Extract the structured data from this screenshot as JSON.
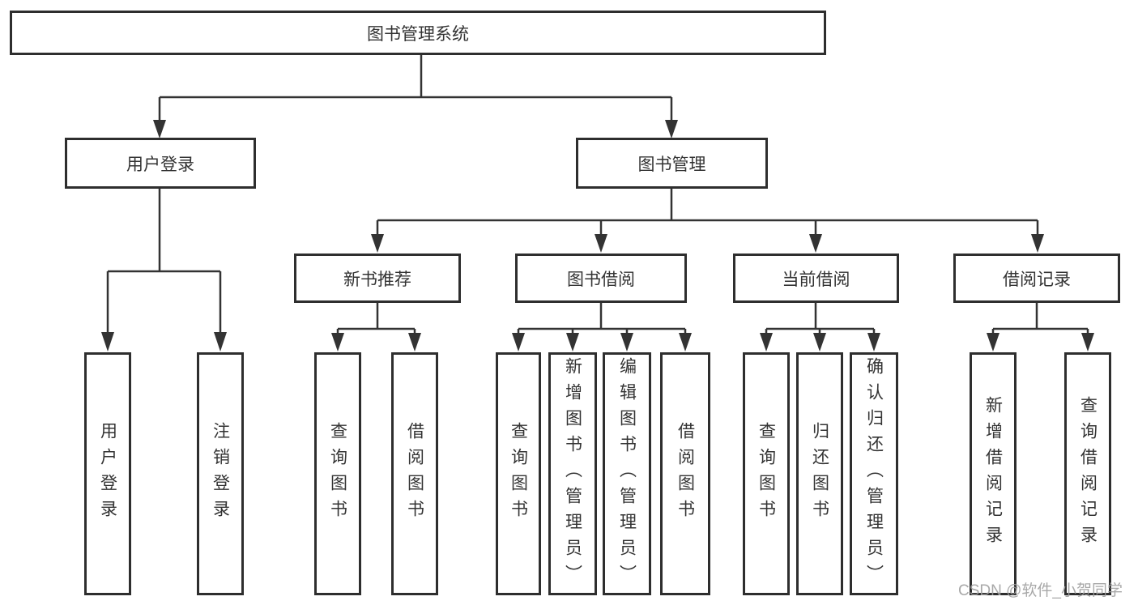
{
  "diagram": {
    "root": {
      "label": "图书管理系统"
    },
    "level2": {
      "user_login": {
        "label": "用户登录",
        "children": [
          "用户登录",
          "注销登录"
        ]
      },
      "book_management": {
        "label": "图书管理"
      }
    },
    "level3": {
      "new_book_recommend": {
        "label": "新书推荐",
        "children": [
          "查询图书",
          "借阅图书"
        ]
      },
      "book_borrow": {
        "label": "图书借阅",
        "children": [
          "查询图书",
          "新增图书（管理员）",
          "编辑图书（管理员）",
          "借阅图书"
        ]
      },
      "current_borrow": {
        "label": "当前借阅",
        "children": [
          "查询图书",
          "归还图书",
          "确认归还（管理员）"
        ]
      },
      "borrow_record": {
        "label": "借阅记录",
        "children": [
          "新增借阅记录",
          "查询借阅记录"
        ]
      }
    },
    "watermark": "CSDN @软件_小贺同学",
    "colors": {
      "line": "#333333",
      "box_border": "#2e2e2e",
      "text": "#333333",
      "background": "#ffffff",
      "watermark": "#9e9e9e"
    }
  }
}
